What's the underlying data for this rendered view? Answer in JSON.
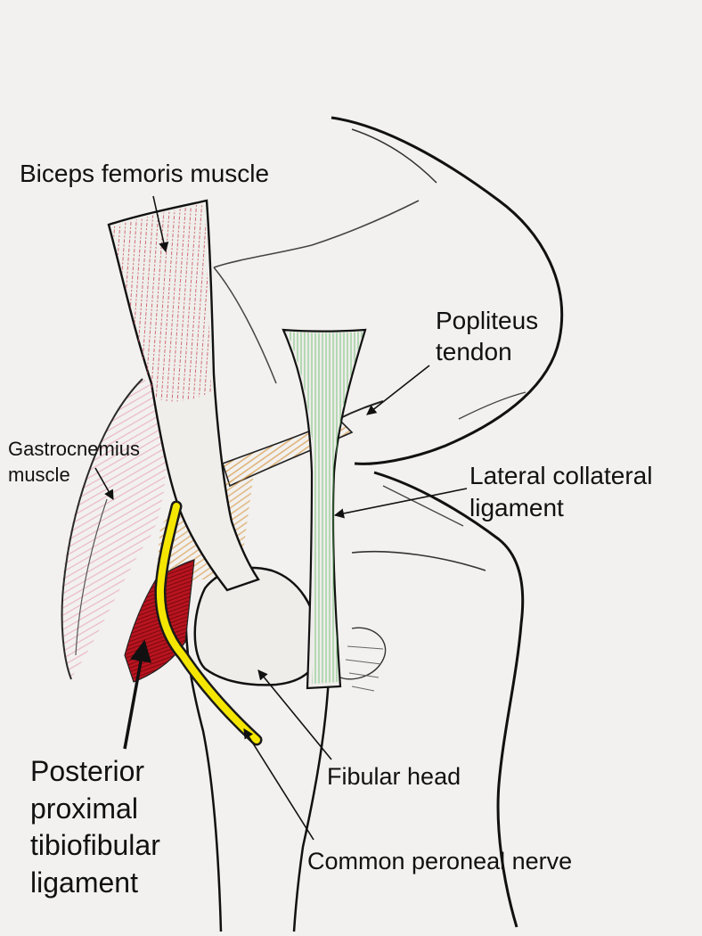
{
  "labels": {
    "biceps_femoris": "Biceps femoris muscle",
    "popliteus_tendon": "Popliteus\ntendon",
    "gastrocnemius": "Gastrocnemius\nmuscle",
    "lateral_collateral": "Lateral collateral\nligament",
    "posterior_ligament": "Posterior\nproximal\ntibiofibular\nligament",
    "fibular_head": "Fibular head",
    "common_peroneal": "Common peroneal nerve"
  },
  "colors": {
    "paper": "#f2f1ef",
    "pencil": "#1a1a1a",
    "biceps_shading": "#c9485a",
    "popliteus_shading": "#d89a4a",
    "lcl_shading": "#55b85a",
    "gastrocnemius_shading": "#e8a8c0",
    "posterior_ligament_fill": "#b8141f",
    "nerve": "#f4e600"
  }
}
